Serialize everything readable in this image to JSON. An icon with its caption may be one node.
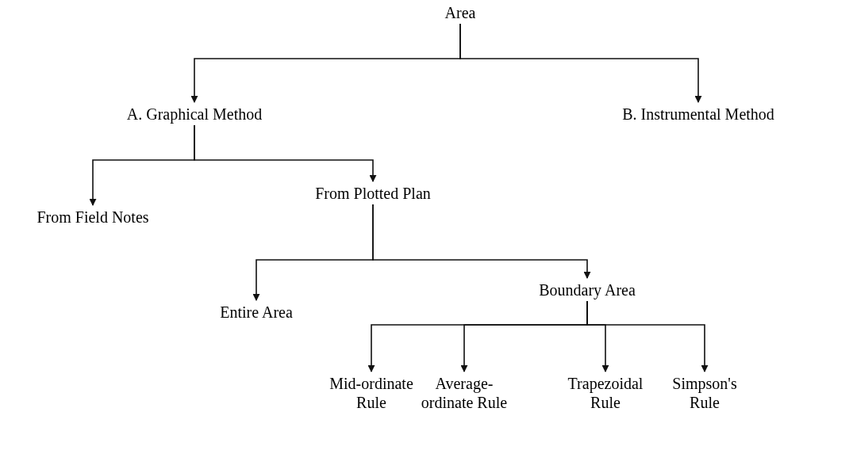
{
  "diagram": {
    "nodes": [
      {
        "text": [
          "Area"
        ]
      },
      {
        "text": [
          "A. Graphical Method"
        ]
      },
      {
        "text": [
          "B. Instrumental Method"
        ]
      },
      {
        "text": [
          "From Field Notes"
        ]
      },
      {
        "text": [
          "From Plotted Plan"
        ]
      },
      {
        "text": [
          "Entire Area"
        ]
      },
      {
        "text": [
          "Boundary Area"
        ]
      },
      {
        "text": [
          "Mid-ordinate Rule"
        ]
      },
      {
        "text": [
          "Average-ordinate Rule"
        ]
      },
      {
        "text": [
          "Trapezoidal Rule"
        ]
      },
      {
        "text": [
          "Simpson's Rule"
        ]
      }
    ],
    "edges": [
      {
        "from": 0,
        "to": 1,
        "arrow": "to"
      },
      {
        "from": 0,
        "to": 2,
        "arrow": "to"
      },
      {
        "from": 1,
        "to": 3,
        "arrow": "to"
      },
      {
        "from": 1,
        "to": 4,
        "arrow": "to"
      },
      {
        "from": 4,
        "to": 5,
        "arrow": "to"
      },
      {
        "from": 4,
        "to": 6,
        "arrow": "to"
      },
      {
        "from": 6,
        "to": 7,
        "arrow": "to"
      },
      {
        "from": 6,
        "to": 8,
        "arrow": "to"
      },
      {
        "from": 6,
        "to": 9,
        "arrow": "to"
      },
      {
        "from": 6,
        "to": 10,
        "arrow": "to"
      }
    ]
  }
}
